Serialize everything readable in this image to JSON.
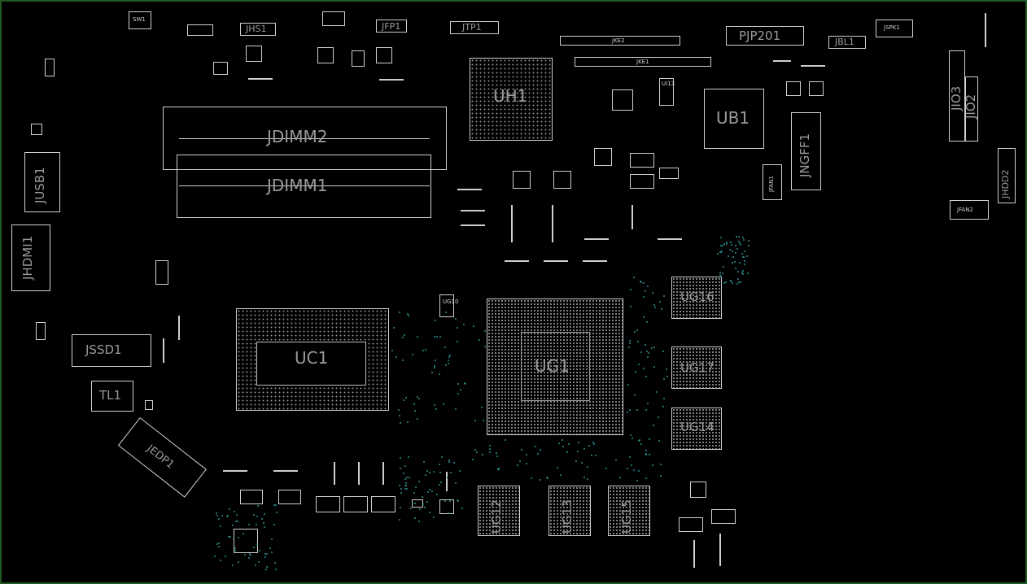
{
  "board": {
    "labels": {
      "jdimm2": "JDIMM2",
      "jdimm1": "JDIMM1",
      "uh1": "UH1",
      "ub1": "UB1",
      "uc1": "UC1",
      "ug1": "UG1",
      "ug16": "UG16",
      "ug17": "UG17",
      "ug14": "UG14",
      "ug12": "UG12",
      "ug13": "UG13",
      "ug15": "UG15",
      "pjp201": "PJP201",
      "jngff1": "JNGFF1",
      "jusb1": "JUSB1",
      "jhdmi1": "JHDMI1",
      "jssd1": "JSSD1",
      "tl1": "TL1",
      "jedp1": "JEDP1",
      "jio3": "JIO3",
      "jio2": "JIO2",
      "jhdd2": "JHDD2",
      "jhs1": "JHS1",
      "jfp1": "JFP1",
      "jtp1": "JTP1",
      "jbl1": "JBL1",
      "jspk1": "JSPK1",
      "jfan1": "JFAN1",
      "jfan2": "JFAN2",
      "jke2": "JKE2",
      "jke1": "JKE1",
      "ui13": "UI13",
      "ug10": "UG10",
      "sw1": "SW1"
    }
  }
}
